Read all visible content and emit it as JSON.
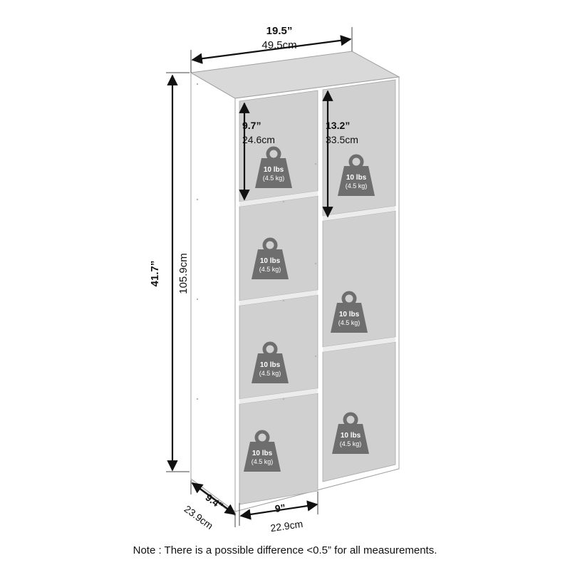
{
  "dimensions": {
    "width": {
      "in": "19.5”",
      "cm": "49.5cm"
    },
    "height": {
      "in": "41.7”",
      "cm": "105.9cm"
    },
    "depth": {
      "in": "9.4”",
      "cm": "23.9cm"
    },
    "cubby_width": {
      "in": "9”",
      "cm": "22.9cm"
    },
    "small_cubby_height": {
      "in": "9.7”",
      "cm": "24.6cm"
    },
    "large_cubby_height": {
      "in": "13.2”",
      "cm": "33.5cm"
    }
  },
  "weight_capacity": {
    "lbs": "10 lbs",
    "kg": "(4.5 kg)"
  },
  "weights": [
    {
      "id": "w1"
    },
    {
      "id": "w2"
    },
    {
      "id": "w3"
    },
    {
      "id": "w4"
    },
    {
      "id": "w5"
    },
    {
      "id": "w6"
    },
    {
      "id": "w7"
    }
  ],
  "note": "Note : There is a possible difference <0.5” for all measurements.",
  "colors": {
    "panel": "#ffffff",
    "interior": "#d2d2d2",
    "outline": "#9a9a9a",
    "weight": "#6e6e6e",
    "arrow": "#111111"
  }
}
